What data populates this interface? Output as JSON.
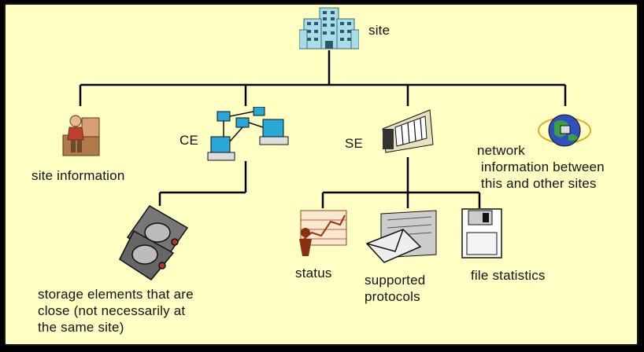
{
  "diagram": {
    "root": {
      "label": "site",
      "icon": "building-icon"
    },
    "children": [
      {
        "id": "site-info",
        "label": "site information",
        "icon": "person-at-desk-icon"
      },
      {
        "id": "ce",
        "label": "CE",
        "icon": "computer-network-icon"
      },
      {
        "id": "se",
        "label": "SE",
        "icon": "tape-library-icon"
      },
      {
        "id": "network",
        "label": "network\n information between\n this and other sites",
        "icon": "globe-network-icon"
      }
    ],
    "ce_children": [
      {
        "id": "close-se",
        "label": "storage elements that are\nclose (not necessarily at\nthe same site)",
        "icon": "disk-drives-icon"
      }
    ],
    "se_children": [
      {
        "id": "status",
        "label": "status",
        "icon": "status-chart-icon"
      },
      {
        "id": "protocols",
        "label": "supported\nprotocols",
        "icon": "mail-protocols-icon"
      },
      {
        "id": "file-stats",
        "label": "file statistics",
        "icon": "floppy-disk-icon"
      }
    ]
  },
  "colors": {
    "background": "#ffffc4",
    "line": "#000000",
    "text": "#111111"
  }
}
